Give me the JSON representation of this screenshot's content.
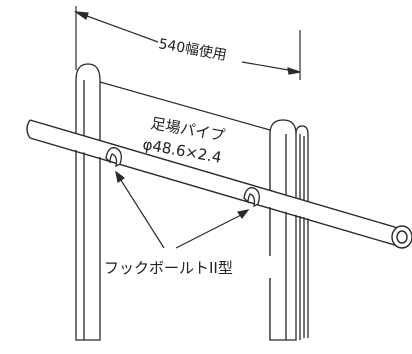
{
  "labels": {
    "width_usage": "540幅使用",
    "pipe_name": "足場パイプ",
    "pipe_spec": "φ48.6×2.4",
    "hook_bolt": "フックボールトII型"
  },
  "colors": {
    "line": "#2a2a2a",
    "background": "#ffffff"
  }
}
